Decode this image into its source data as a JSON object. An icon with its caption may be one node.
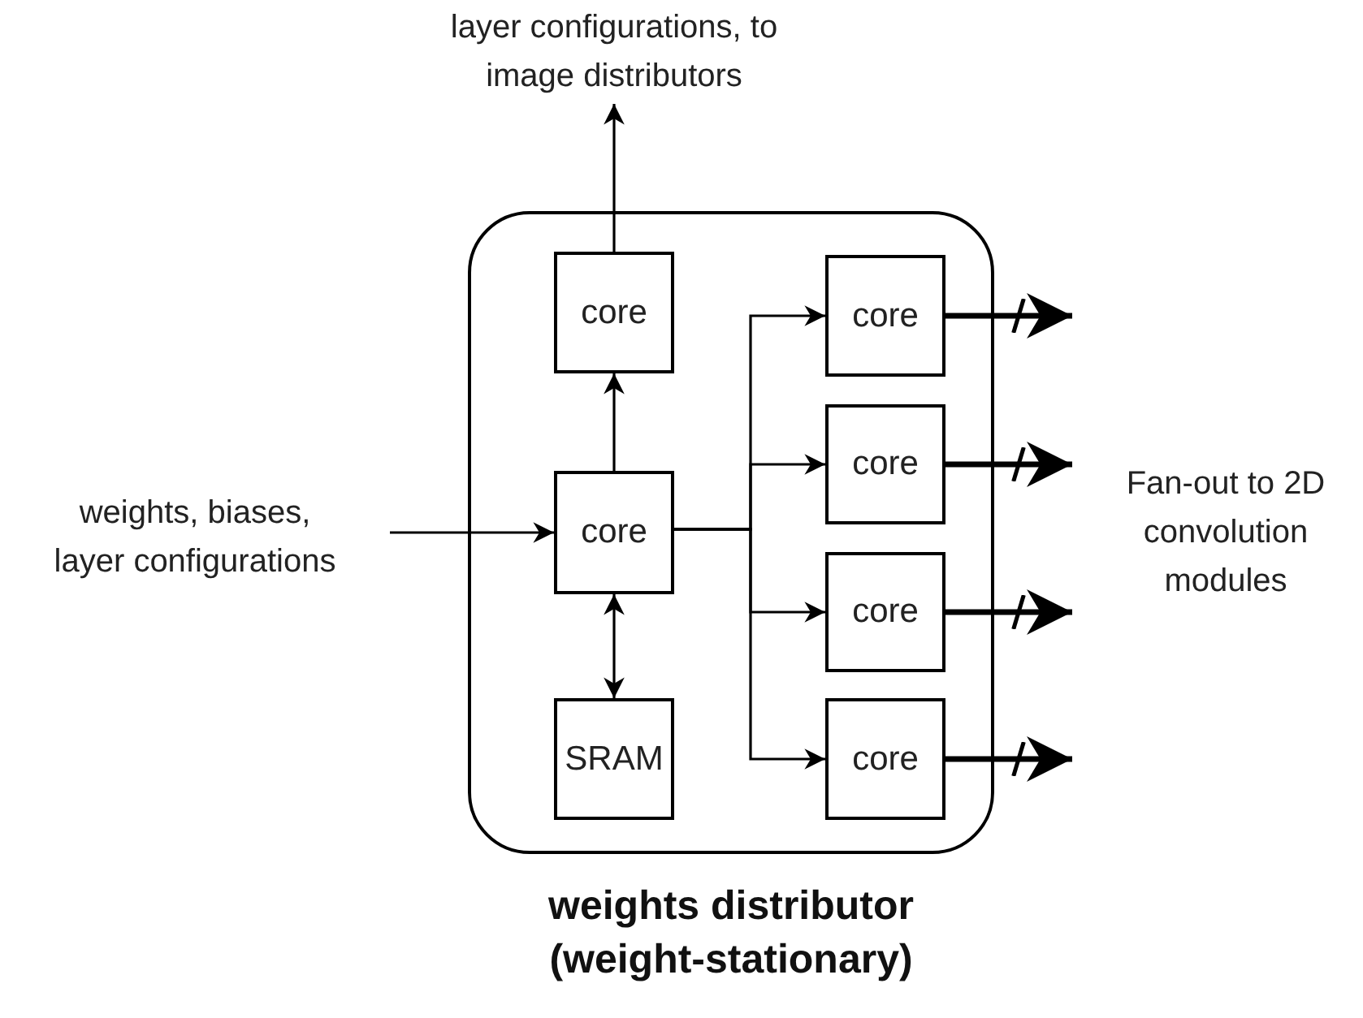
{
  "diagram": {
    "nodes": [
      {
        "text": [
          "weights distributor (weight-stationary)"
        ]
      },
      {
        "text": [
          "core"
        ],
        "in": 0
      },
      {
        "text": [
          "core"
        ],
        "in": 0
      },
      {
        "text": [
          "SRAM"
        ],
        "in": 0
      },
      {
        "text": [
          "core"
        ],
        "in": 0
      },
      {
        "text": [
          "core"
        ],
        "in": 0
      },
      {
        "text": [
          "core"
        ],
        "in": 0
      },
      {
        "text": [
          "core"
        ],
        "in": 0
      },
      {
        "text": [
          "weights, biases, layer configurations"
        ]
      },
      {
        "text": [
          "layer configurations, to image distributors"
        ]
      }
    ],
    "edges": [
      {
        "from": 8,
        "to": 2,
        "arrow": "to"
      },
      {
        "from": 2,
        "to": 1,
        "arrow": "to"
      },
      {
        "from": 2,
        "to": 3,
        "arrow": "both"
      },
      {
        "from": 1,
        "to": 9,
        "arrow": "to"
      },
      {
        "from": 2,
        "to": 4,
        "arrow": "to"
      },
      {
        "from": 2,
        "to": 5,
        "arrow": "to"
      },
      {
        "from": 2,
        "to": 6,
        "arrow": "to"
      },
      {
        "from": 2,
        "to": 7,
        "arrow": "to"
      },
      {
        "from": 4,
        "to": null,
        "arrow": "to",
        "style": "thick"
      },
      {
        "from": 5,
        "to": null,
        "arrow": "to",
        "style": "thick"
      },
      {
        "from": 6,
        "to": null,
        "arrow": "to",
        "style": "thick"
      },
      {
        "from": 7,
        "to": null,
        "arrow": "to",
        "style": "thick"
      }
    ],
    "labels": [
      "Fan-out to 2D convolution modules"
    ]
  }
}
